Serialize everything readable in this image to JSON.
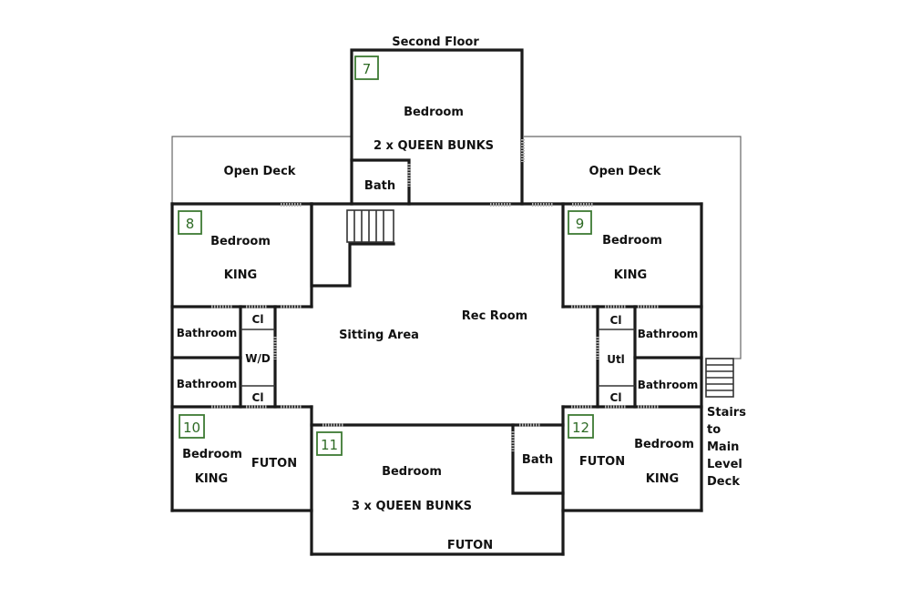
{
  "title": "Second Floor",
  "rooms": {
    "bedroom7": {
      "number": "7",
      "name": "Bedroom",
      "beds": "2 x QUEEN BUNKS"
    },
    "bath_top": "Bath",
    "deck_left": "Open Deck",
    "deck_right": "Open Deck",
    "bedroom8": {
      "number": "8",
      "name": "Bedroom",
      "beds": "KING"
    },
    "bedroom9": {
      "number": "9",
      "name": "Bedroom",
      "beds": "KING"
    },
    "rec_room": "Rec Room",
    "sitting_area": "Sitting Area",
    "bathroom_l1": "Bathroom",
    "bathroom_l2": "Bathroom",
    "closet_l1": "Cl",
    "closet_l2": "Cl",
    "wd": "W/D",
    "bathroom_r1": "Bathroom",
    "bathroom_r2": "Bathroom",
    "closet_r1": "Cl",
    "closet_r2": "Cl",
    "utl": "Utl",
    "bedroom10": {
      "number": "10",
      "name": "Bedroom",
      "beds": "KING",
      "futon": "FUTON"
    },
    "bedroom11": {
      "number": "11",
      "name": "Bedroom",
      "beds": "3 x QUEEN BUNKS",
      "futon": "FUTON"
    },
    "bath_bottom": "Bath",
    "bedroom12": {
      "number": "12",
      "name": "Bedroom",
      "beds": "KING",
      "futon": "FUTON"
    },
    "stairs_label": [
      "Stairs",
      "to",
      "Main",
      "Level",
      "Deck"
    ]
  },
  "colors": {
    "wall": "#1a1a1a",
    "room_number": "#2e6b25",
    "door": "#b5b5b5"
  }
}
